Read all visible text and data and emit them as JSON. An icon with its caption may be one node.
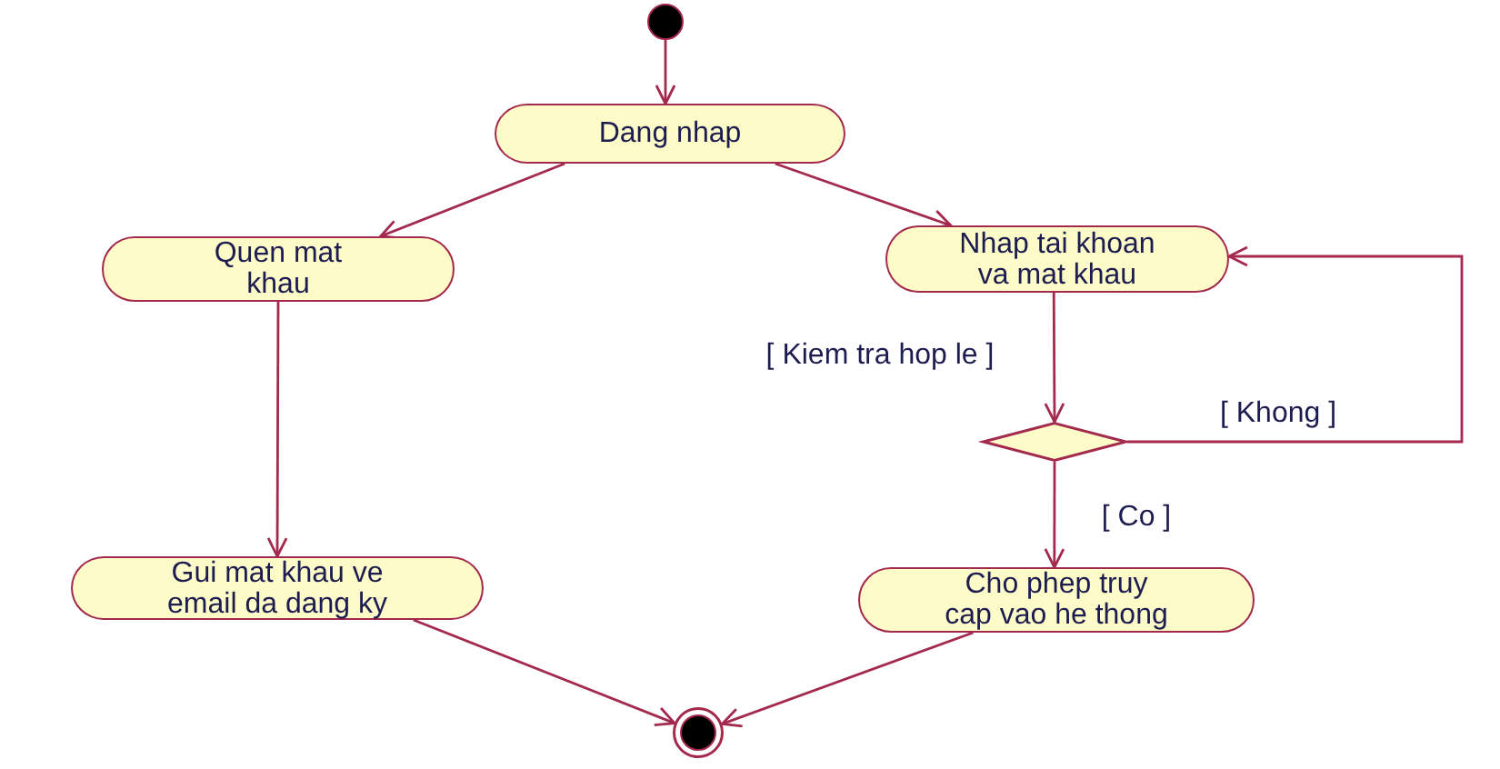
{
  "diagram": {
    "nodes": [
      {
        "text": [],
        "shape": "circle"
      },
      {
        "text": [
          "Dang nhap"
        ]
      },
      {
        "text": [
          "Quen mat khau"
        ]
      },
      {
        "text": [
          "Nhap tai khoan va mat khau"
        ]
      },
      {
        "text": [],
        "shape": "diamond"
      },
      {
        "text": [
          "Gui mat khau ve email da dang ky"
        ]
      },
      {
        "text": [
          "Cho phep truy cap vao he thong"
        ]
      },
      {
        "text": [],
        "shape": "circle"
      }
    ],
    "edges": [
      {
        "from": 0,
        "to": 1,
        "arrow": "to"
      },
      {
        "from": 1,
        "to": 2,
        "arrow": "to"
      },
      {
        "from": 1,
        "to": 3,
        "arrow": "to"
      },
      {
        "from": 2,
        "to": 5,
        "arrow": "to"
      },
      {
        "from": 3,
        "to": 4,
        "arrow": "to",
        "label": "[ Kiem tra hop le ]"
      },
      {
        "from": 4,
        "to": 3,
        "arrow": "to",
        "label": "[ Khong ]"
      },
      {
        "from": 4,
        "to": 6,
        "arrow": "to",
        "label": "[ Co ]"
      },
      {
        "from": 5,
        "to": 7,
        "arrow": "to"
      },
      {
        "from": 6,
        "to": 7,
        "arrow": "to"
      }
    ]
  }
}
